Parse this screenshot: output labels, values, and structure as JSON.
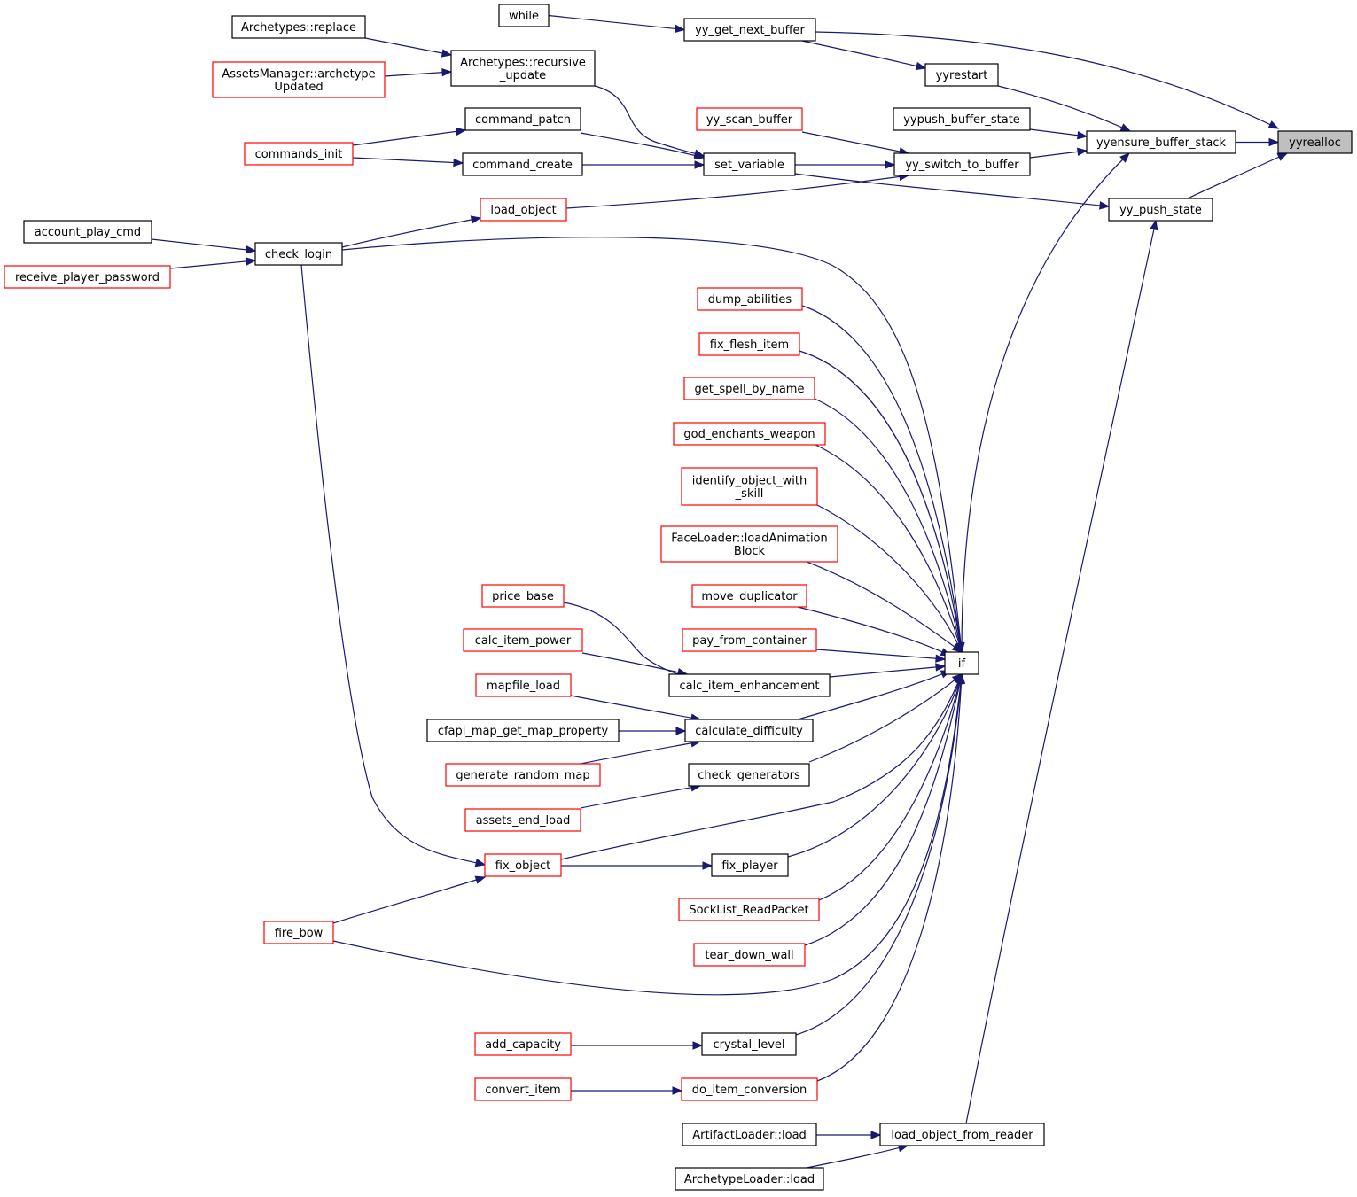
{
  "colors": {
    "edge": "#191970",
    "border_default": "#000000",
    "border_external": "#ff0000",
    "focus_fill": "#bfbfbf",
    "background": "#ffffff"
  },
  "focus_node": "yyrealloc",
  "nodes": [
    {
      "id": "yyrealloc",
      "lines": [
        "yyrealloc"
      ],
      "focus": true
    },
    {
      "id": "yyensure_buffer_stack",
      "lines": [
        "yyensure_buffer_stack"
      ]
    },
    {
      "id": "yy_get_next_buffer",
      "lines": [
        "yy_get_next_buffer"
      ]
    },
    {
      "id": "yy_push_state",
      "lines": [
        "yy_push_state"
      ]
    },
    {
      "id": "yyrestart",
      "lines": [
        "yyrestart"
      ]
    },
    {
      "id": "yypush_buffer_state",
      "lines": [
        "yypush_buffer_state"
      ]
    },
    {
      "id": "yy_switch_to_buffer",
      "lines": [
        "yy_switch_to_buffer"
      ]
    },
    {
      "id": "if",
      "lines": [
        "if"
      ]
    },
    {
      "id": "load_object_from_reader",
      "lines": [
        "load_object_from_reader"
      ]
    },
    {
      "id": "while",
      "lines": [
        "while"
      ]
    },
    {
      "id": "yy_scan_buffer",
      "lines": [
        "yy_scan_buffer"
      ],
      "red": true
    },
    {
      "id": "set_variable",
      "lines": [
        "set_variable"
      ]
    },
    {
      "id": "dump_abilities",
      "lines": [
        "dump_abilities"
      ],
      "red": true
    },
    {
      "id": "fix_flesh_item",
      "lines": [
        "fix_flesh_item"
      ],
      "red": true
    },
    {
      "id": "get_spell_by_name",
      "lines": [
        "get_spell_by_name"
      ],
      "red": true
    },
    {
      "id": "god_enchants_weapon",
      "lines": [
        "god_enchants_weapon"
      ],
      "red": true
    },
    {
      "id": "identify_object_with_skill",
      "lines": [
        "identify_object_with",
        "_skill"
      ],
      "red": true
    },
    {
      "id": "FaceLoader_loadAnimationBlock",
      "lines": [
        "FaceLoader::loadAnimation",
        "Block"
      ],
      "red": true
    },
    {
      "id": "move_duplicator",
      "lines": [
        "move_duplicator"
      ],
      "red": true
    },
    {
      "id": "pay_from_container",
      "lines": [
        "pay_from_container"
      ],
      "red": true
    },
    {
      "id": "calc_item_enhancement",
      "lines": [
        "calc_item_enhancement"
      ]
    },
    {
      "id": "calculate_difficulty",
      "lines": [
        "calculate_difficulty"
      ]
    },
    {
      "id": "check_generators",
      "lines": [
        "check_generators"
      ]
    },
    {
      "id": "fix_player",
      "lines": [
        "fix_player"
      ]
    },
    {
      "id": "SockList_ReadPacket",
      "lines": [
        "SockList_ReadPacket"
      ],
      "red": true
    },
    {
      "id": "tear_down_wall",
      "lines": [
        "tear_down_wall"
      ],
      "red": true
    },
    {
      "id": "crystal_level",
      "lines": [
        "crystal_level"
      ]
    },
    {
      "id": "do_item_conversion",
      "lines": [
        "do_item_conversion"
      ],
      "red": true
    },
    {
      "id": "ArtifactLoader_load",
      "lines": [
        "ArtifactLoader::load"
      ]
    },
    {
      "id": "ArchetypeLoader_load",
      "lines": [
        "ArchetypeLoader::load"
      ]
    },
    {
      "id": "Archetypes_replace",
      "lines": [
        "Archetypes::replace"
      ]
    },
    {
      "id": "Archetypes_recursive_update",
      "lines": [
        "Archetypes::recursive",
        "_update"
      ]
    },
    {
      "id": "AssetsManager_archetypeUpdated",
      "lines": [
        "AssetsManager::archetype",
        "Updated"
      ],
      "red": true
    },
    {
      "id": "command_patch",
      "lines": [
        "command_patch"
      ]
    },
    {
      "id": "command_create",
      "lines": [
        "command_create"
      ]
    },
    {
      "id": "commands_init",
      "lines": [
        "commands_init"
      ],
      "red": true
    },
    {
      "id": "load_object",
      "lines": [
        "load_object"
      ],
      "red": true
    },
    {
      "id": "check_login",
      "lines": [
        "check_login"
      ]
    },
    {
      "id": "account_play_cmd",
      "lines": [
        "account_play_cmd"
      ]
    },
    {
      "id": "receive_player_password",
      "lines": [
        "receive_player_password"
      ],
      "red": true
    },
    {
      "id": "price_base",
      "lines": [
        "price_base"
      ],
      "red": true
    },
    {
      "id": "calc_item_power",
      "lines": [
        "calc_item_power"
      ],
      "red": true
    },
    {
      "id": "mapfile_load",
      "lines": [
        "mapfile_load"
      ],
      "red": true
    },
    {
      "id": "cfapi_map_get_map_property",
      "lines": [
        "cfapi_map_get_map_property"
      ]
    },
    {
      "id": "generate_random_map",
      "lines": [
        "generate_random_map"
      ],
      "red": true
    },
    {
      "id": "assets_end_load",
      "lines": [
        "assets_end_load"
      ],
      "red": true
    },
    {
      "id": "fix_object",
      "lines": [
        "fix_object"
      ],
      "red": true
    },
    {
      "id": "fire_bow",
      "lines": [
        "fire_bow"
      ],
      "red": true
    },
    {
      "id": "add_capacity",
      "lines": [
        "add_capacity"
      ],
      "red": true
    },
    {
      "id": "convert_item",
      "lines": [
        "convert_item"
      ],
      "red": true
    }
  ],
  "edges": [
    {
      "from": "yyensure_buffer_stack",
      "to": "yyrealloc"
    },
    {
      "from": "yy_get_next_buffer",
      "to": "yyrealloc"
    },
    {
      "from": "yy_push_state",
      "to": "yyrealloc"
    },
    {
      "from": "yyrestart",
      "to": "yyensure_buffer_stack"
    },
    {
      "from": "yypush_buffer_state",
      "to": "yyensure_buffer_stack"
    },
    {
      "from": "yy_switch_to_buffer",
      "to": "yyensure_buffer_stack"
    },
    {
      "from": "if",
      "to": "yyensure_buffer_stack"
    },
    {
      "from": "while",
      "to": "yy_get_next_buffer"
    },
    {
      "from": "yy_get_next_buffer",
      "to": "yyrestart"
    },
    {
      "from": "yy_scan_buffer",
      "to": "yy_switch_to_buffer"
    },
    {
      "from": "set_variable",
      "to": "yy_switch_to_buffer"
    },
    {
      "from": "load_object",
      "to": "yy_switch_to_buffer"
    },
    {
      "from": "set_variable",
      "to": "yy_push_state"
    },
    {
      "from": "load_object_from_reader",
      "to": "yy_push_state"
    },
    {
      "from": "Archetypes_replace",
      "to": "Archetypes_recursive_update"
    },
    {
      "from": "AssetsManager_archetypeUpdated",
      "to": "Archetypes_recursive_update"
    },
    {
      "from": "Archetypes_recursive_update",
      "to": "set_variable"
    },
    {
      "from": "command_patch",
      "to": "set_variable"
    },
    {
      "from": "command_create",
      "to": "set_variable"
    },
    {
      "from": "commands_init",
      "to": "command_patch"
    },
    {
      "from": "commands_init",
      "to": "command_create"
    },
    {
      "from": "check_login",
      "to": "load_object"
    },
    {
      "from": "account_play_cmd",
      "to": "check_login"
    },
    {
      "from": "receive_player_password",
      "to": "check_login"
    },
    {
      "from": "check_login",
      "to": "if"
    },
    {
      "from": "check_login",
      "to": "fix_object"
    },
    {
      "from": "dump_abilities",
      "to": "if"
    },
    {
      "from": "fix_flesh_item",
      "to": "if"
    },
    {
      "from": "get_spell_by_name",
      "to": "if"
    },
    {
      "from": "god_enchants_weapon",
      "to": "if"
    },
    {
      "from": "identify_object_with_skill",
      "to": "if"
    },
    {
      "from": "FaceLoader_loadAnimationBlock",
      "to": "if"
    },
    {
      "from": "move_duplicator",
      "to": "if"
    },
    {
      "from": "pay_from_container",
      "to": "if"
    },
    {
      "from": "calc_item_enhancement",
      "to": "if"
    },
    {
      "from": "calculate_difficulty",
      "to": "if"
    },
    {
      "from": "check_generators",
      "to": "if"
    },
    {
      "from": "fix_object",
      "to": "if"
    },
    {
      "from": "fix_player",
      "to": "if"
    },
    {
      "from": "SockList_ReadPacket",
      "to": "if"
    },
    {
      "from": "tear_down_wall",
      "to": "if"
    },
    {
      "from": "fire_bow",
      "to": "if"
    },
    {
      "from": "crystal_level",
      "to": "if"
    },
    {
      "from": "do_item_conversion",
      "to": "if"
    },
    {
      "from": "price_base",
      "to": "calc_item_enhancement"
    },
    {
      "from": "calc_item_power",
      "to": "calc_item_enhancement"
    },
    {
      "from": "mapfile_load",
      "to": "calculate_difficulty"
    },
    {
      "from": "cfapi_map_get_map_property",
      "to": "calculate_difficulty"
    },
    {
      "from": "generate_random_map",
      "to": "calculate_difficulty"
    },
    {
      "from": "assets_end_load",
      "to": "check_generators"
    },
    {
      "from": "fix_object",
      "to": "fix_player"
    },
    {
      "from": "fire_bow",
      "to": "fix_object"
    },
    {
      "from": "add_capacity",
      "to": "crystal_level"
    },
    {
      "from": "convert_item",
      "to": "do_item_conversion"
    },
    {
      "from": "ArtifactLoader_load",
      "to": "load_object_from_reader"
    },
    {
      "from": "ArchetypeLoader_load",
      "to": "load_object_from_reader"
    }
  ]
}
